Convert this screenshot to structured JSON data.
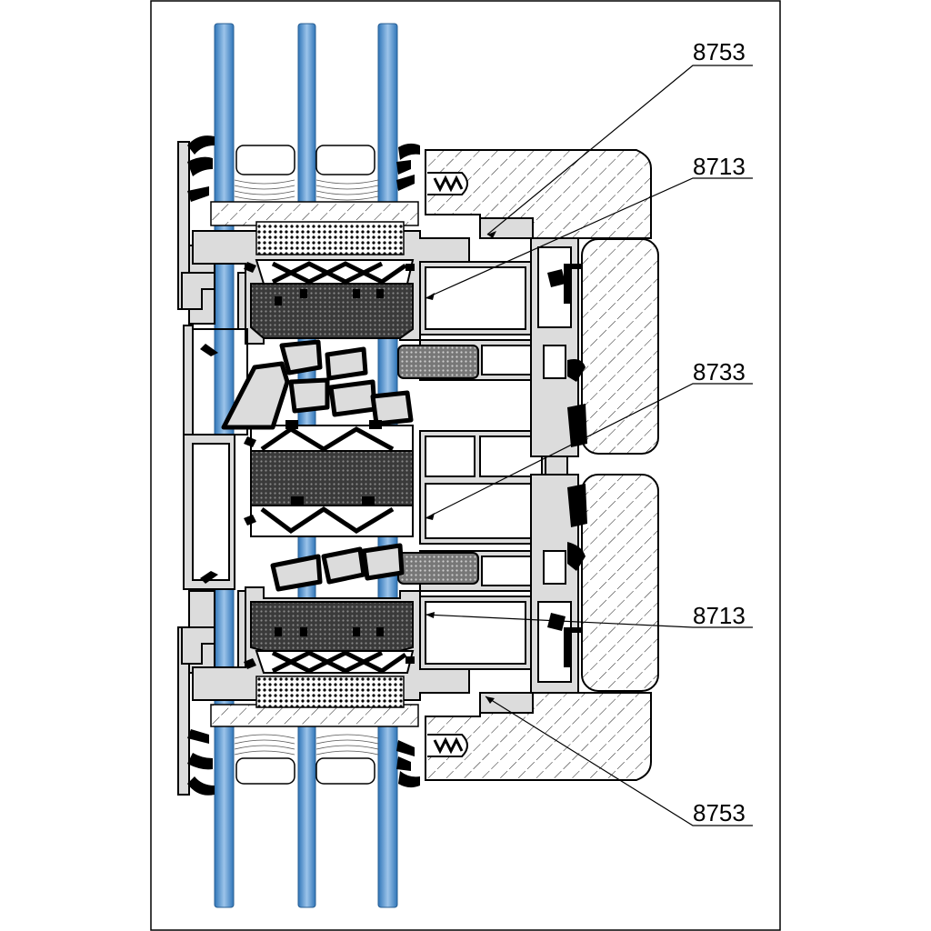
{
  "drawing": {
    "labels": [
      "8753",
      "8713",
      "8733",
      "8713",
      "8753"
    ]
  },
  "colors": {
    "glass_top": "#3f86c6",
    "glass_mid": "#79aede",
    "glass_light": "#c8def2",
    "profile_fill": "#dcdcdc",
    "profile_stroke": "#000000",
    "insulation": "#555555",
    "gasket": "#000000",
    "timber_hatch": "#000000",
    "frame_border": "#000000"
  }
}
